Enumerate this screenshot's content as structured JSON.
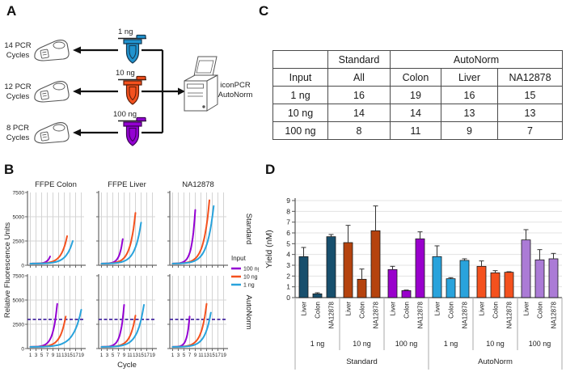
{
  "panel_letters": {
    "a": "A",
    "b": "B",
    "c": "C",
    "d": "D"
  },
  "panel_a": {
    "cyclers": [
      {
        "label": "14 PCR\nCycles"
      },
      {
        "label": "12 PCR\nCycles"
      },
      {
        "label": "8 PCR\nCycles"
      }
    ],
    "tubes": [
      {
        "label": "1 ng",
        "color": "#2093cf"
      },
      {
        "label": "10 ng",
        "color": "#f4511e"
      },
      {
        "label": "100 ng",
        "color": "#9400d3"
      }
    ],
    "machine_label": "iconPCR\nAutoNorm"
  },
  "panel_c": {
    "table": {
      "top_header": {
        "blank": "",
        "standard": "Standard",
        "autonorm": "AutoNorm"
      },
      "columns": [
        "Input",
        "All",
        "Colon",
        "Liver",
        "NA12878"
      ],
      "rows": [
        {
          "input": "1 ng",
          "all": "16",
          "colon": "19",
          "liver": "16",
          "na12878": "15"
        },
        {
          "input": "10 ng",
          "all": "14",
          "colon": "14",
          "liver": "13",
          "na12878": "13"
        },
        {
          "input": "100 ng",
          "all": "8",
          "colon": "11",
          "liver": "9",
          "na12878": "7"
        }
      ]
    }
  },
  "chart_data": [
    {
      "id": "panel_b_amplification",
      "type": "line",
      "ylabel": "Relative Fluorescence Units",
      "xlabel": "Cycle",
      "col_titles": [
        "FFPE Colon",
        "FFPE Liver",
        "NA12878"
      ],
      "row_titles": [
        "Standard",
        "AutoNorm"
      ],
      "x_ticks": [
        1,
        3,
        5,
        7,
        9,
        11,
        13,
        15,
        17,
        19
      ],
      "y_ticks": [
        0,
        2500,
        5000,
        7500
      ],
      "xlim": [
        0,
        20
      ],
      "ylim": [
        0,
        7500
      ],
      "grid": true,
      "baseline_rfu": 170,
      "threshold": {
        "rows": [
          "AutoNorm"
        ],
        "value": 3000,
        "color": "#4527a0",
        "dashed": true
      },
      "legend": {
        "title": "Input",
        "position": "right-middle",
        "entries": [
          {
            "label": "100 ng",
            "color": "#9400d3"
          },
          {
            "label": "10 ng",
            "color": "#f4511e"
          },
          {
            "label": "1 ng",
            "color": "#29a3dc"
          }
        ]
      },
      "subplots": [
        {
          "row": "Standard",
          "col": "FFPE Colon",
          "curves": [
            {
              "input": "100 ng",
              "end_cycle": 8,
              "end_rfu": 900
            },
            {
              "input": "10 ng",
              "end_cycle": 14,
              "end_rfu": 3000
            },
            {
              "input": "1 ng",
              "end_cycle": 16,
              "end_rfu": 2500
            }
          ]
        },
        {
          "row": "Standard",
          "col": "FFPE Liver",
          "curves": [
            {
              "input": "100 ng",
              "end_cycle": 8.5,
              "end_rfu": 2700
            },
            {
              "input": "10 ng",
              "end_cycle": 13,
              "end_rfu": 5400
            },
            {
              "input": "1 ng",
              "end_cycle": 15,
              "end_rfu": 4400
            }
          ]
        },
        {
          "row": "Standard",
          "col": "NA12878",
          "curves": [
            {
              "input": "100 ng",
              "end_cycle": 9,
              "end_rfu": 5700
            },
            {
              "input": "10 ng",
              "end_cycle": 14,
              "end_rfu": 6700
            },
            {
              "input": "1 ng",
              "end_cycle": 15.5,
              "end_rfu": 6100
            }
          ]
        },
        {
          "row": "AutoNorm",
          "col": "FFPE Colon",
          "curves": [
            {
              "input": "100 ng",
              "end_cycle": 10.5,
              "end_rfu": 4600
            },
            {
              "input": "10 ng",
              "end_cycle": 13.5,
              "end_rfu": 3300
            },
            {
              "input": "1 ng",
              "end_cycle": 19,
              "end_rfu": 4000
            }
          ]
        },
        {
          "row": "AutoNorm",
          "col": "FFPE Liver",
          "curves": [
            {
              "input": "100 ng",
              "end_cycle": 9,
              "end_rfu": 4500
            },
            {
              "input": "10 ng",
              "end_cycle": 13,
              "end_rfu": 3400
            },
            {
              "input": "1 ng",
              "end_cycle": 16,
              "end_rfu": 4500
            }
          ]
        },
        {
          "row": "AutoNorm",
          "col": "NA12878",
          "curves": [
            {
              "input": "100 ng",
              "end_cycle": 7,
              "end_rfu": 3300
            },
            {
              "input": "10 ng",
              "end_cycle": 13,
              "end_rfu": 4600
            },
            {
              "input": "1 ng",
              "end_cycle": 14.5,
              "end_rfu": 3700
            }
          ]
        }
      ]
    },
    {
      "id": "panel_d_yield",
      "type": "bar",
      "ylabel": "Yield (nM)",
      "ylim": [
        0,
        9
      ],
      "y_ticks": [
        0,
        1,
        2,
        3,
        4,
        5,
        6,
        7,
        8,
        9
      ],
      "grid": true,
      "sections": [
        {
          "label": "Standard",
          "groups": [
            {
              "label": "1 ng",
              "color": "#174f6d",
              "bars": [
                {
                  "label": "Liver",
                  "value": 3.8,
                  "err": 0.85
                },
                {
                  "label": "Colon",
                  "value": 0.35,
                  "err": 0.1
                },
                {
                  "label": "NA12878",
                  "value": 5.65,
                  "err": 0.2
                }
              ]
            },
            {
              "label": "10 ng",
              "color": "#b5430e",
              "bars": [
                {
                  "label": "Liver",
                  "value": 5.1,
                  "err": 1.6
                },
                {
                  "label": "Colon",
                  "value": 1.7,
                  "err": 0.95
                },
                {
                  "label": "NA12878",
                  "value": 6.2,
                  "err": 2.3
                }
              ]
            },
            {
              "label": "100 ng",
              "color": "#9900cc",
              "bars": [
                {
                  "label": "Liver",
                  "value": 2.6,
                  "err": 0.3
                },
                {
                  "label": "Colon",
                  "value": 0.65,
                  "err": 0.05
                },
                {
                  "label": "NA12878",
                  "value": 5.45,
                  "err": 0.65
                }
              ]
            }
          ]
        },
        {
          "label": "AutoNorm",
          "groups": [
            {
              "label": "1 ng",
              "color": "#29a3dc",
              "bars": [
                {
                  "label": "Liver",
                  "value": 3.8,
                  "err": 1.0
                },
                {
                  "label": "Colon",
                  "value": 1.75,
                  "err": 0.1
                },
                {
                  "label": "NA12878",
                  "value": 3.45,
                  "err": 0.15
                }
              ]
            },
            {
              "label": "10 ng",
              "color": "#f4511e",
              "bars": [
                {
                  "label": "Liver",
                  "value": 2.9,
                  "err": 0.5
                },
                {
                  "label": "Colon",
                  "value": 2.3,
                  "err": 0.2
                },
                {
                  "label": "NA12878",
                  "value": 2.35,
                  "err": 0.05
                }
              ]
            },
            {
              "label": "100 ng",
              "color": "#ab7bd6",
              "bars": [
                {
                  "label": "Liver",
                  "value": 5.35,
                  "err": 0.95
                },
                {
                  "label": "Colon",
                  "value": 3.5,
                  "err": 0.95
                },
                {
                  "label": "NA12878",
                  "value": 3.6,
                  "err": 0.5
                }
              ]
            }
          ]
        }
      ]
    }
  ]
}
